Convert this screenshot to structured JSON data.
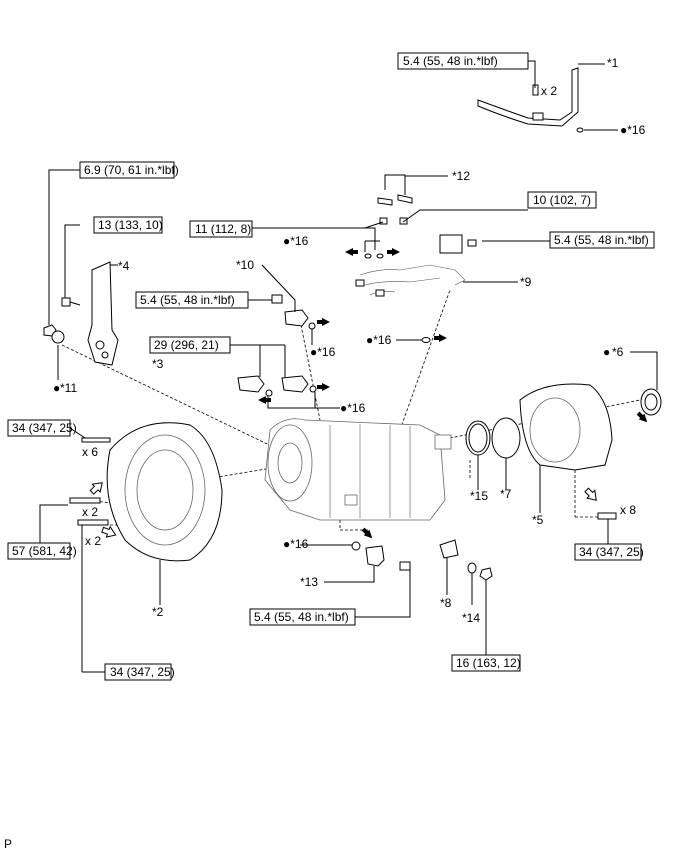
{
  "torques": {
    "t1": "5.4 (55, 48 in.*lbf)",
    "t2": "6.9 (70, 61 in.*lbf)",
    "t3": "13 (133, 10)",
    "t4": "10 (102, 7)",
    "t5": "11 (112, 8)",
    "t6": "5.4 (55, 48 in.*lbf)",
    "t7": "5.4 (55, 48 in.*lbf)",
    "t8": "29 (296, 21)",
    "t9": "34 (347, 25)",
    "t10": "57 (581, 42)",
    "t11": "34 (347, 25)",
    "t12": "5.4 (55, 48 in.*lbf)",
    "t13": "16 (163, 12)",
    "t14": "34 (347, 25)"
  },
  "callouts": {
    "c1": "*1",
    "c2": "*2",
    "c3": "*3",
    "c4": "*4",
    "c5": "*5",
    "c6": "*6",
    "c7": "*7",
    "c8": "*8",
    "c9": "*9",
    "c10": "*10",
    "c11": "*11",
    "c12": "*12",
    "c13": "*13",
    "c14": "*14",
    "c15": "*15",
    "c16": "*16"
  },
  "quantities": {
    "q_x2": "x 2",
    "q_x6": "x 6",
    "q_x8": "x 8"
  },
  "bullet": "●",
  "footer": "P"
}
